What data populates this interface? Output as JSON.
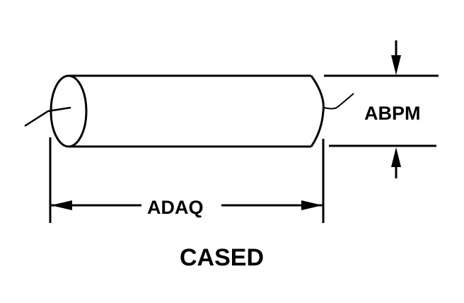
{
  "diagram": {
    "title": "CASED",
    "length_label": "ADAQ",
    "diameter_label": "ABPM",
    "colors": {
      "line": "#000000",
      "background": "#ffffff"
    }
  }
}
